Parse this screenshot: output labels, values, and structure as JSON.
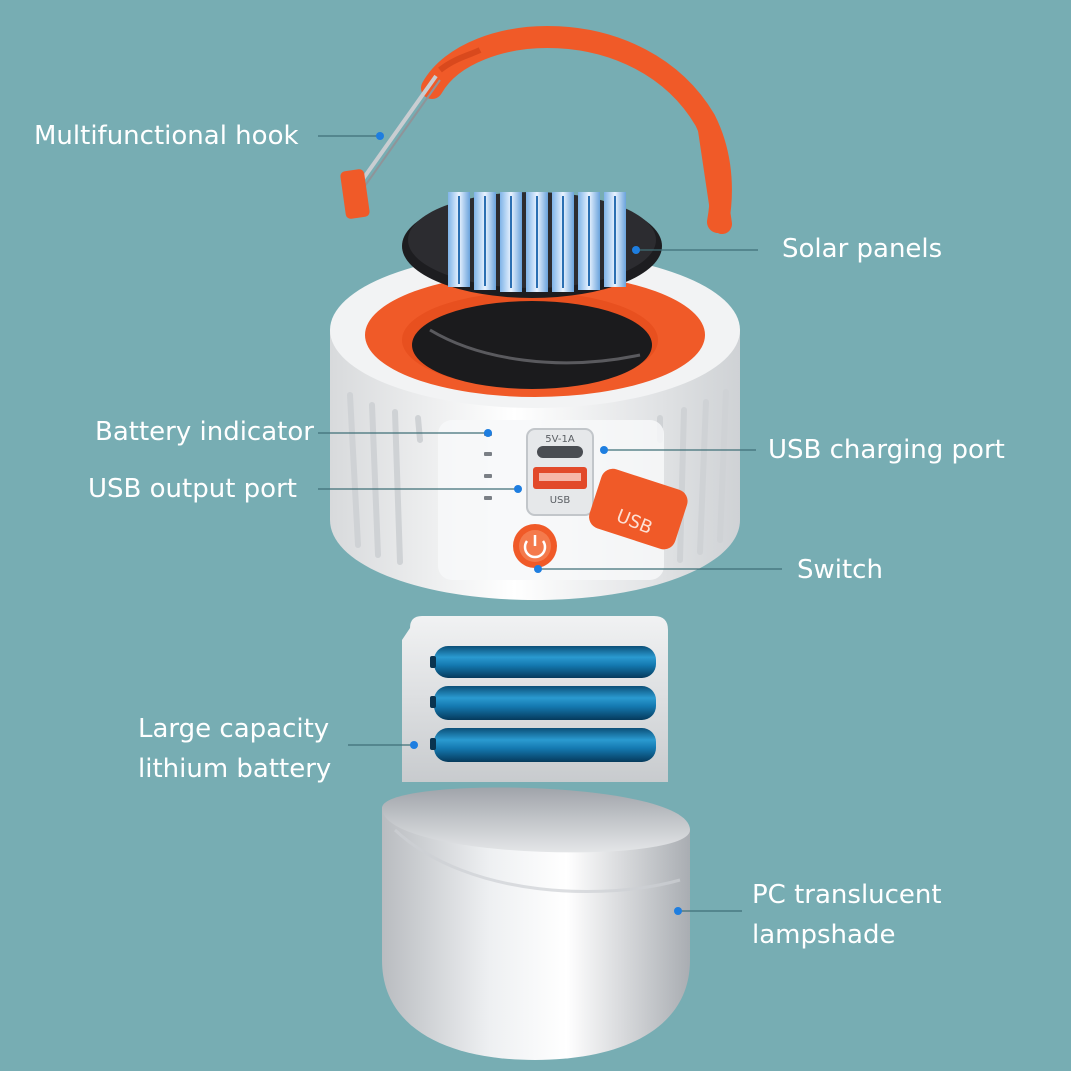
{
  "colors": {
    "background": "#77adb3",
    "accent_orange": "#f05a28",
    "label_text": "#ffffff",
    "leader_line": "#3f6f77",
    "marker_dot": "#1e7ee0"
  },
  "labels": {
    "hook": "Multifunctional hook",
    "solar": "Solar panels",
    "battery_indicator": "Battery indicator",
    "usb_charging": "USB charging port",
    "usb_output": "USB output port",
    "switch": "Switch",
    "battery_line1": "Large capacity",
    "battery_line2": "lithium battery",
    "shade_line1": "PC translucent",
    "shade_line2": "lampshade"
  },
  "product_marks": {
    "charging_port_text": "5V-1A",
    "output_port_text": "USB",
    "cover_text": "USB"
  }
}
